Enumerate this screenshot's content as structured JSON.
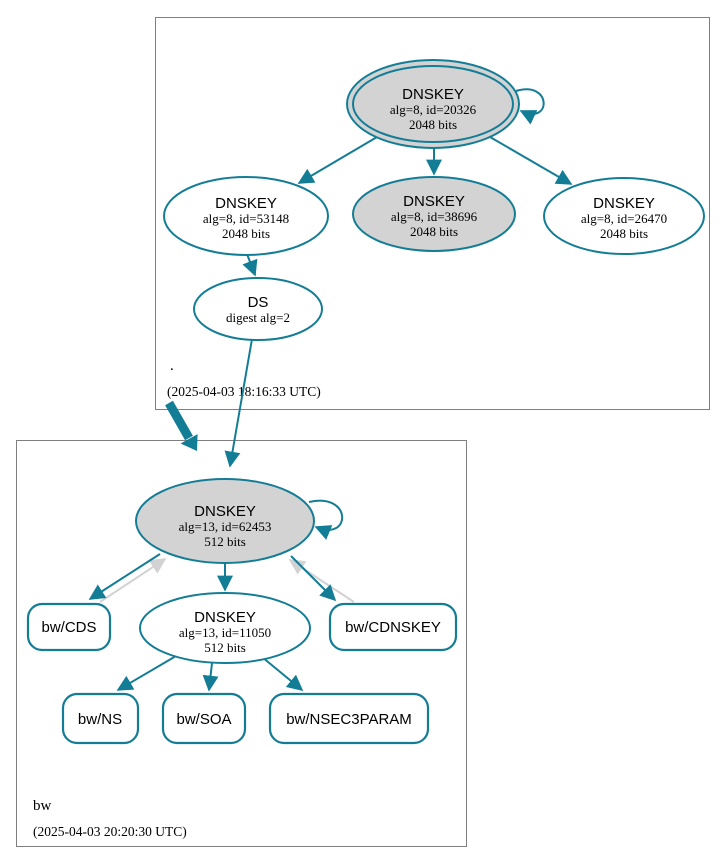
{
  "diagram_type": "DNSSEC authentication chain graph",
  "colors": {
    "edge_secure_teal": "#147d96",
    "node_fill_gray": "#d3d3d3",
    "edge_warning_gray": "#d2d2d2",
    "cluster_border_gray": "#7f7f7f",
    "background": "#ffffff",
    "text": "#000000"
  },
  "root_zone": {
    "name": ".",
    "timestamp": "(2025-04-03 18:16:33 UTC)",
    "ksk": {
      "title": "DNSKEY",
      "alg": "alg=8, id=20326",
      "bits": "2048 bits"
    },
    "zsk_53148": {
      "title": "DNSKEY",
      "alg": "alg=8, id=53148",
      "bits": "2048 bits"
    },
    "zsk_38696": {
      "title": "DNSKEY",
      "alg": "alg=8, id=38696",
      "bits": "2048 bits"
    },
    "zsk_26470": {
      "title": "DNSKEY",
      "alg": "alg=8, id=26470",
      "bits": "2048 bits"
    },
    "ds": {
      "title": "DS",
      "digest": "digest alg=2"
    }
  },
  "bw_zone": {
    "name": "bw",
    "timestamp": "(2025-04-03 20:20:30 UTC)",
    "ksk": {
      "title": "DNSKEY",
      "alg": "alg=13, id=62453",
      "bits": "512 bits"
    },
    "zsk": {
      "title": "DNSKEY",
      "alg": "alg=13, id=11050",
      "bits": "512 bits"
    },
    "cds": {
      "label": "bw/CDS"
    },
    "cdnskey": {
      "label": "bw/CDNSKEY"
    },
    "ns": {
      "label": "bw/NS"
    },
    "soa": {
      "label": "bw/SOA"
    },
    "nsec3param": {
      "label": "bw/NSEC3PARAM"
    }
  }
}
